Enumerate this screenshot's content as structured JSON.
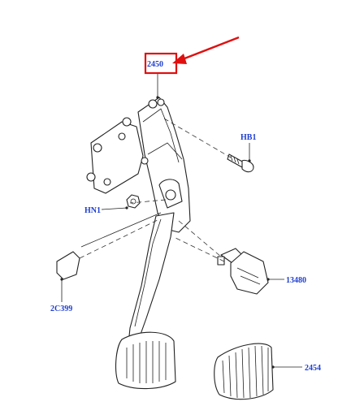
{
  "colors": {
    "label": "#1f3fd0",
    "highlight": "#e01010",
    "line": "#222222"
  },
  "callouts": {
    "pedal_box": "2450",
    "bolt": "HB1",
    "nut": "HN1",
    "pad_cover": "2C399",
    "switch": "13480",
    "pedal_pad": "2454"
  }
}
